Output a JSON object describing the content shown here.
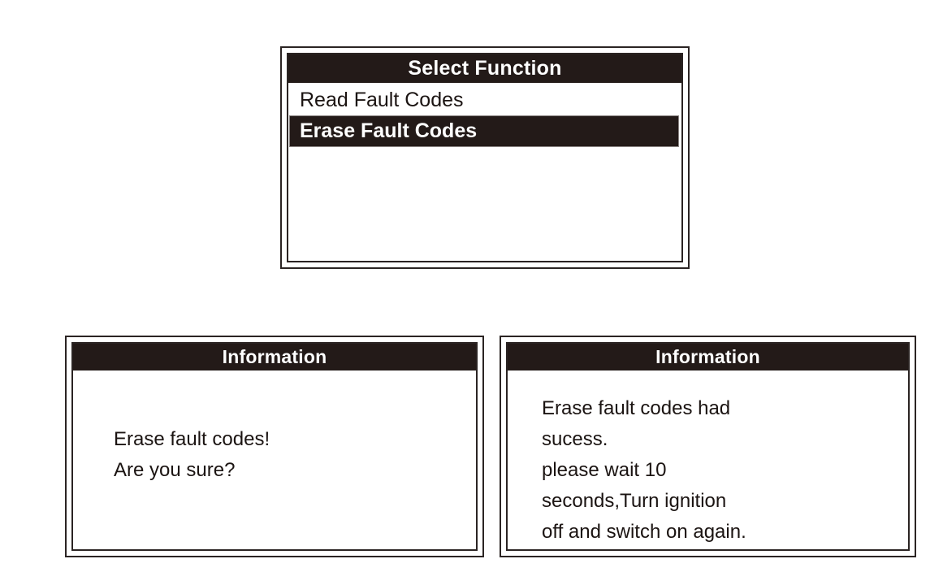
{
  "theme": {
    "background": "#ffffff",
    "frame_border": "#2b2423",
    "titlebar_bg": "#231a18",
    "titlebar_text": "#ffffff",
    "body_text": "#1b1412",
    "highlight_bg": "#231a18",
    "highlight_text": "#ffffff"
  },
  "menu_screen": {
    "title": "Select Function",
    "items": [
      {
        "label": "Read Fault Codes",
        "selected": false
      },
      {
        "label": "Erase Fault Codes",
        "selected": true
      }
    ]
  },
  "info_confirm": {
    "title": "Information",
    "lines": [
      "Erase fault codes!",
      "Are you sure?"
    ],
    "text": "Erase fault codes!\nAre you sure?"
  },
  "info_result": {
    "title": "Information",
    "lines": [
      "Erase fault codes had",
      "sucess.",
      "please wait 10",
      "seconds,Turn ignition",
      "off and switch on again."
    ],
    "text": "Erase fault codes had\nsucess.\nplease wait 10\nseconds,Turn ignition\noff and switch on again."
  }
}
